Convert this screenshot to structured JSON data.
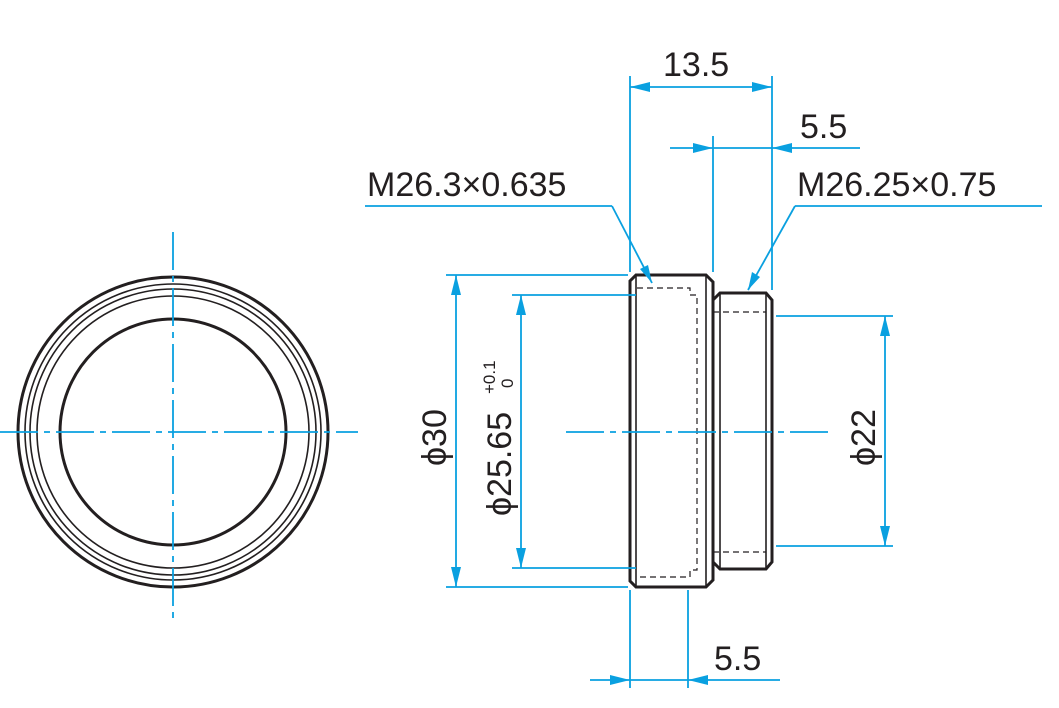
{
  "dimensions": {
    "total_length": "13.5",
    "thread_section_length": "5.5",
    "body_shoulder_length": "5.5",
    "outer_diameter": "ϕ30",
    "bore_diameter": "ϕ25.65",
    "bore_tolerance_upper": "+0.1",
    "bore_tolerance_lower": "0",
    "small_diameter": "ϕ22"
  },
  "threads": {
    "large_thread": "M26.3×0.635",
    "small_thread": "M26.25×0.75"
  },
  "colors": {
    "outline": "#231f20",
    "dimension": "#0aa0e0"
  }
}
